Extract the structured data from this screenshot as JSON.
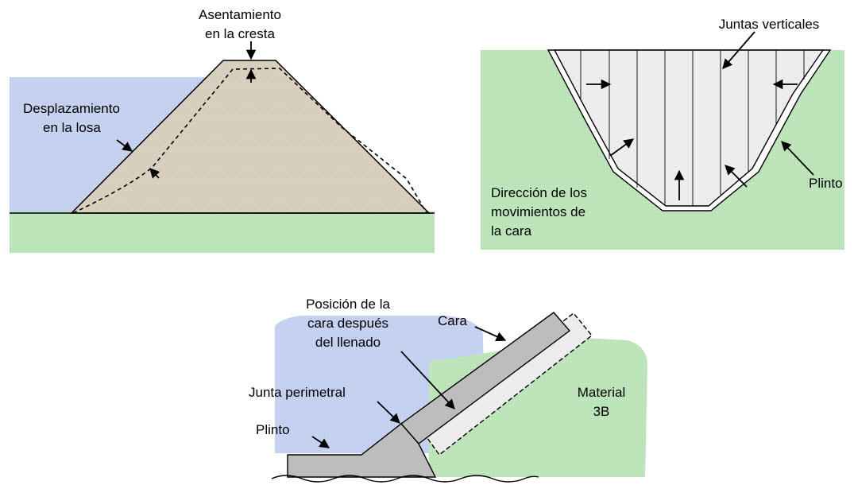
{
  "colors": {
    "water": "#c7d3f0",
    "ground": "#bfe6bc",
    "dam_fill": "#d8cfbf",
    "concrete": "#e8e8e8",
    "slab": "#bdbdbd",
    "line": "#000000"
  },
  "panels": {
    "dam_section": {
      "label_crest_settlement": [
        "Asentamiento",
        "en la cresta"
      ],
      "label_slab_displacement": [
        "Desplazamiento",
        "en la losa"
      ]
    },
    "valley_section": {
      "label_vertical_joints": "Juntas verticales",
      "label_plinth": "Plinto",
      "label_face_movement": [
        "Dirección de los",
        "movimientos de",
        "la cara"
      ]
    },
    "joint_detail": {
      "label_face_after_filling": [
        "Posición de la",
        "cara después",
        "del llenado"
      ],
      "label_face": "Cara",
      "label_perimeter_joint": "Junta perimetral",
      "label_plinth": "Plinto",
      "label_material": [
        "Material",
        "3B"
      ]
    }
  }
}
